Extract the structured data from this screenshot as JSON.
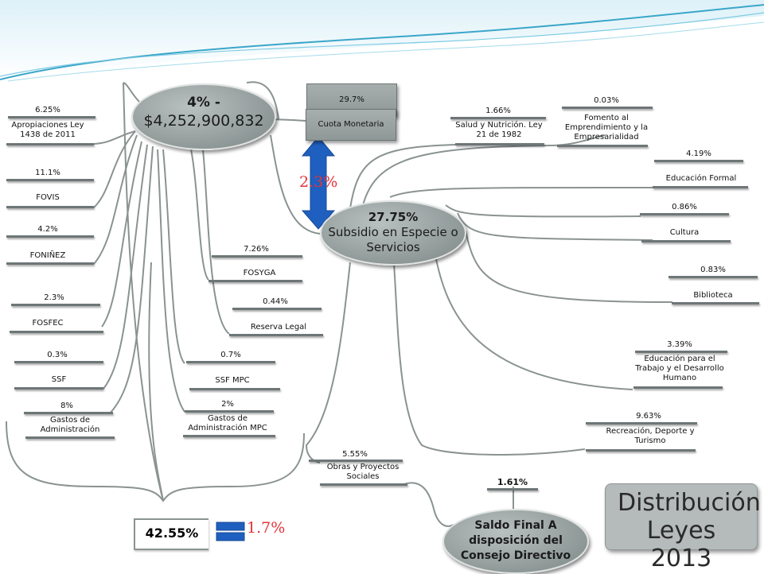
{
  "central": {
    "main_pct": "4% -",
    "main_amount": "$4,252,900,832",
    "subsidio_pct": "27.75%",
    "subsidio_label": "Subsidio en Especie o Servicios",
    "saldo_pct": "1.61%",
    "saldo_label": "Saldo Final A disposición del Consejo Directivo",
    "total_left": "42.55%",
    "cuota_pct": "29.7%",
    "cuota_label": "Cuota Monetaria",
    "arrow_value": "2.3%",
    "small_value": "1.7%"
  },
  "left_items": [
    {
      "pct": "6.25%",
      "label": "Apropiaciones Ley 1438 de 2011"
    },
    {
      "pct": "11.1%",
      "label": "FOVIS"
    },
    {
      "pct": "4.2%",
      "label": "FONIÑEZ"
    },
    {
      "pct": "2.3%",
      "label": "FOSFEC"
    },
    {
      "pct": "0.3%",
      "label": "SSF"
    },
    {
      "pct": "8%",
      "label": "Gastos de Administración"
    }
  ],
  "mid_items": [
    {
      "pct": "7.26%",
      "label": "FOSYGA"
    },
    {
      "pct": "0.44%",
      "label": "Reserva Legal"
    },
    {
      "pct": "0.7%",
      "label": "SSF MPC"
    },
    {
      "pct": "2%",
      "label": "Gastos de Administración MPC"
    }
  ],
  "right_items": [
    {
      "pct": "1.66%",
      "label": "Salud y Nutrición. Ley 21 de 1982"
    },
    {
      "pct": "0.03%",
      "label": "Fomento al Emprendimiento y la Empresarialidad"
    },
    {
      "pct": "4.19%",
      "label": "Educación Formal"
    },
    {
      "pct": "0.86%",
      "label": "Cultura"
    },
    {
      "pct": "0.83%",
      "label": "Biblioteca"
    },
    {
      "pct": "3.39%",
      "label": "Educación para el Trabajo y el Desarrollo Humano"
    },
    {
      "pct": "9.63%",
      "label": "Recreación, Deporte y Turismo"
    },
    {
      "pct": "5.55%",
      "label": "Obras y Proyectos Sociales"
    }
  ],
  "title": "Distribución Leyes 2013",
  "colors": {
    "accent_red": "#e5333a",
    "arrow_blue": "#1f5fbf",
    "node_gray": "#8e9897",
    "title_box": "#b4bbba"
  }
}
